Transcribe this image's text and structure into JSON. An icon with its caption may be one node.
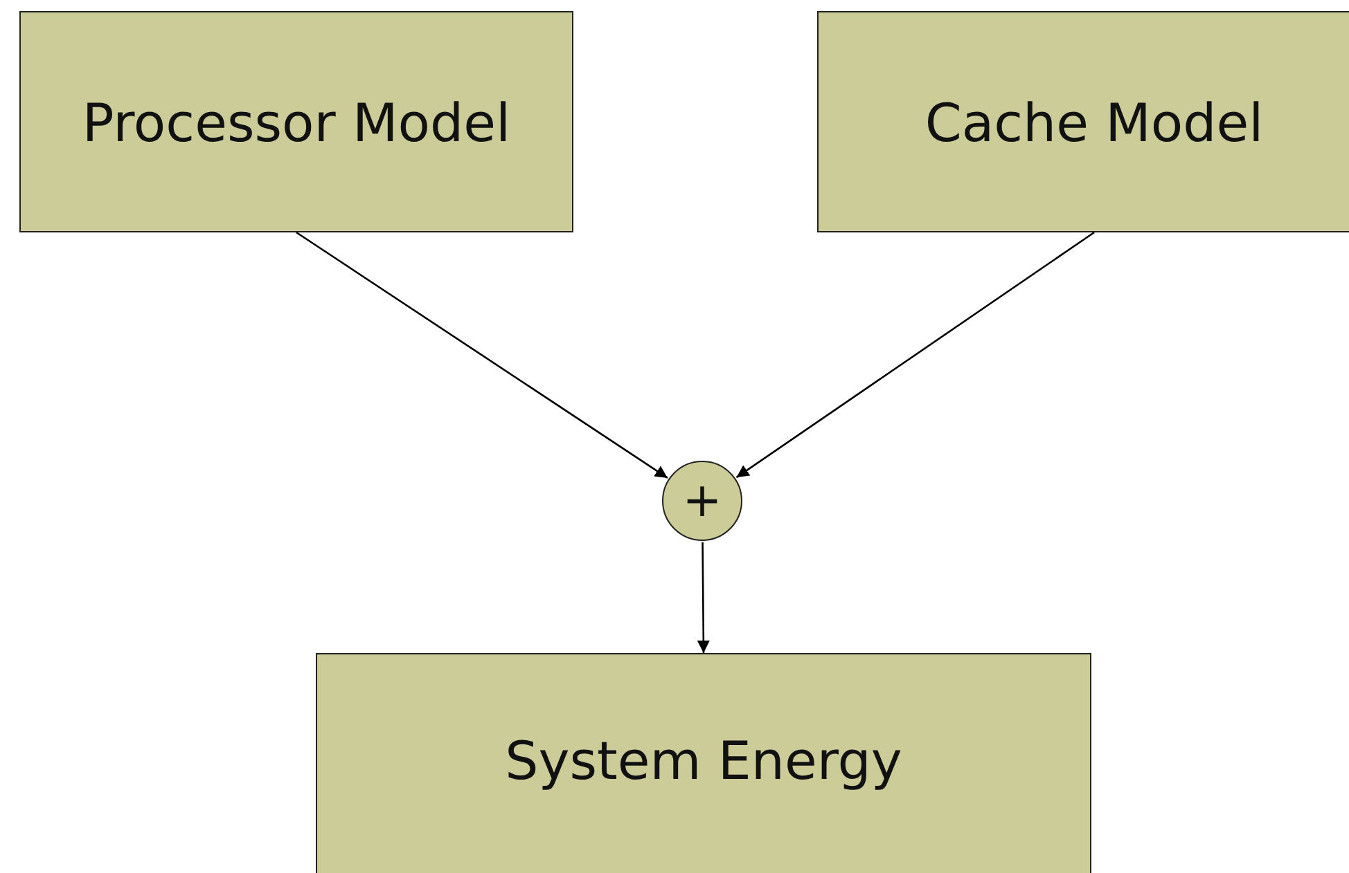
{
  "diagram": {
    "nodes": [
      {
        "text": [
          "Processor Model"
        ]
      },
      {
        "text": [
          "Cache Model"
        ]
      },
      {
        "text": [
          "+"
        ]
      },
      {
        "text": [
          "System Energy"
        ]
      }
    ],
    "edges": [
      {
        "from": 0,
        "to": 2,
        "arrow": "to"
      },
      {
        "from": 1,
        "to": 2,
        "arrow": "to"
      },
      {
        "from": 2,
        "to": 3,
        "arrow": "to"
      }
    ]
  }
}
